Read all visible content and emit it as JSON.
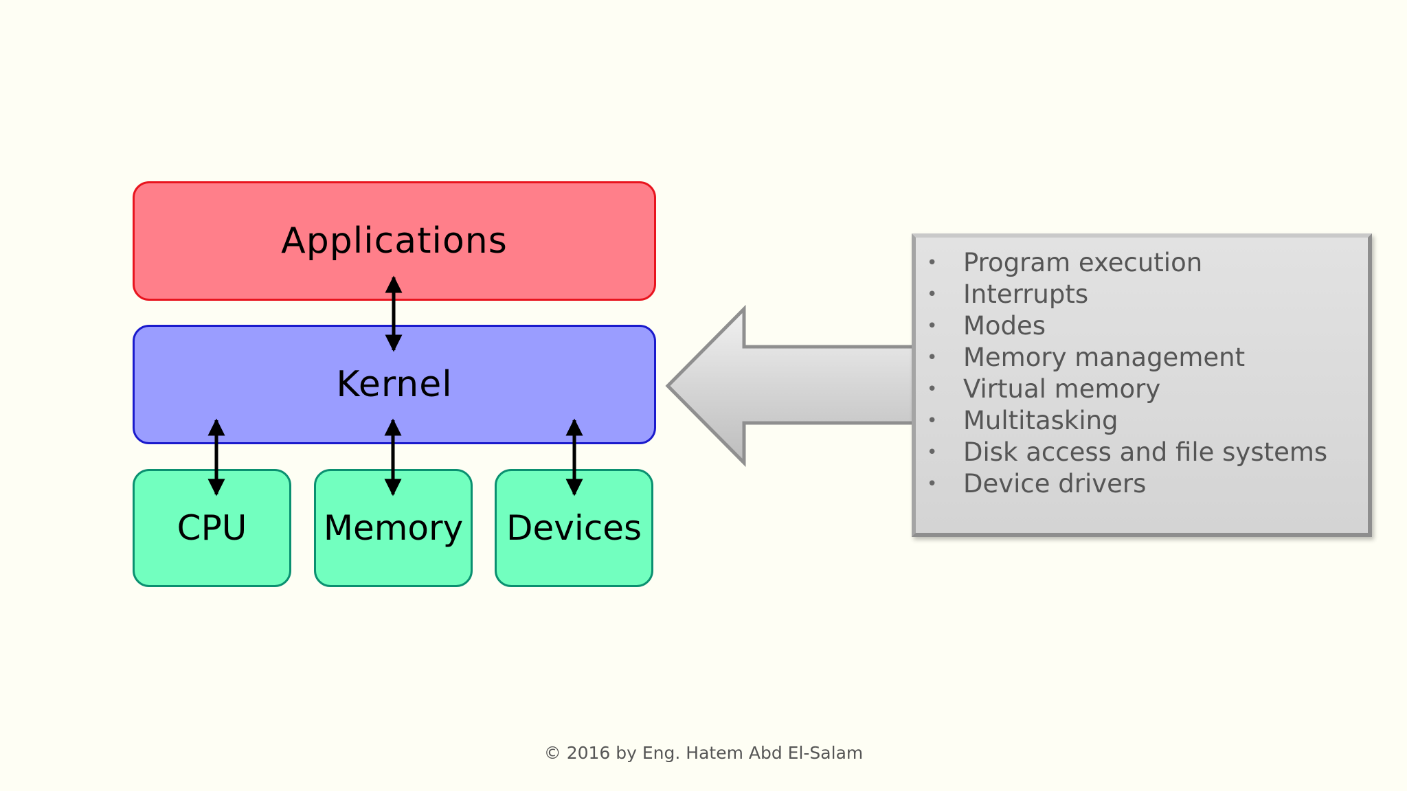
{
  "diagram": {
    "applications_label": "Applications",
    "kernel_label": "Kernel",
    "hardware": {
      "cpu_label": "CPU",
      "memory_label": "Memory",
      "devices_label": "Devices"
    }
  },
  "kernel_functions": {
    "items": [
      "Program execution",
      "Interrupts",
      "Modes",
      "Memory management",
      "Virtual memory",
      "Multitasking",
      "Disk access and file systems",
      "Device drivers"
    ]
  },
  "footer": {
    "copyright": "©  2016 by Eng.  Hatem Abd El-Salam"
  },
  "colors": {
    "applications_fill": "#ff7f8a",
    "applications_border": "#e8141e",
    "kernel_fill": "#9a9dff",
    "kernel_border": "#1a1acc",
    "hardware_fill": "#72ffbf",
    "hardware_border": "#0a9070",
    "background": "#fefef4"
  }
}
